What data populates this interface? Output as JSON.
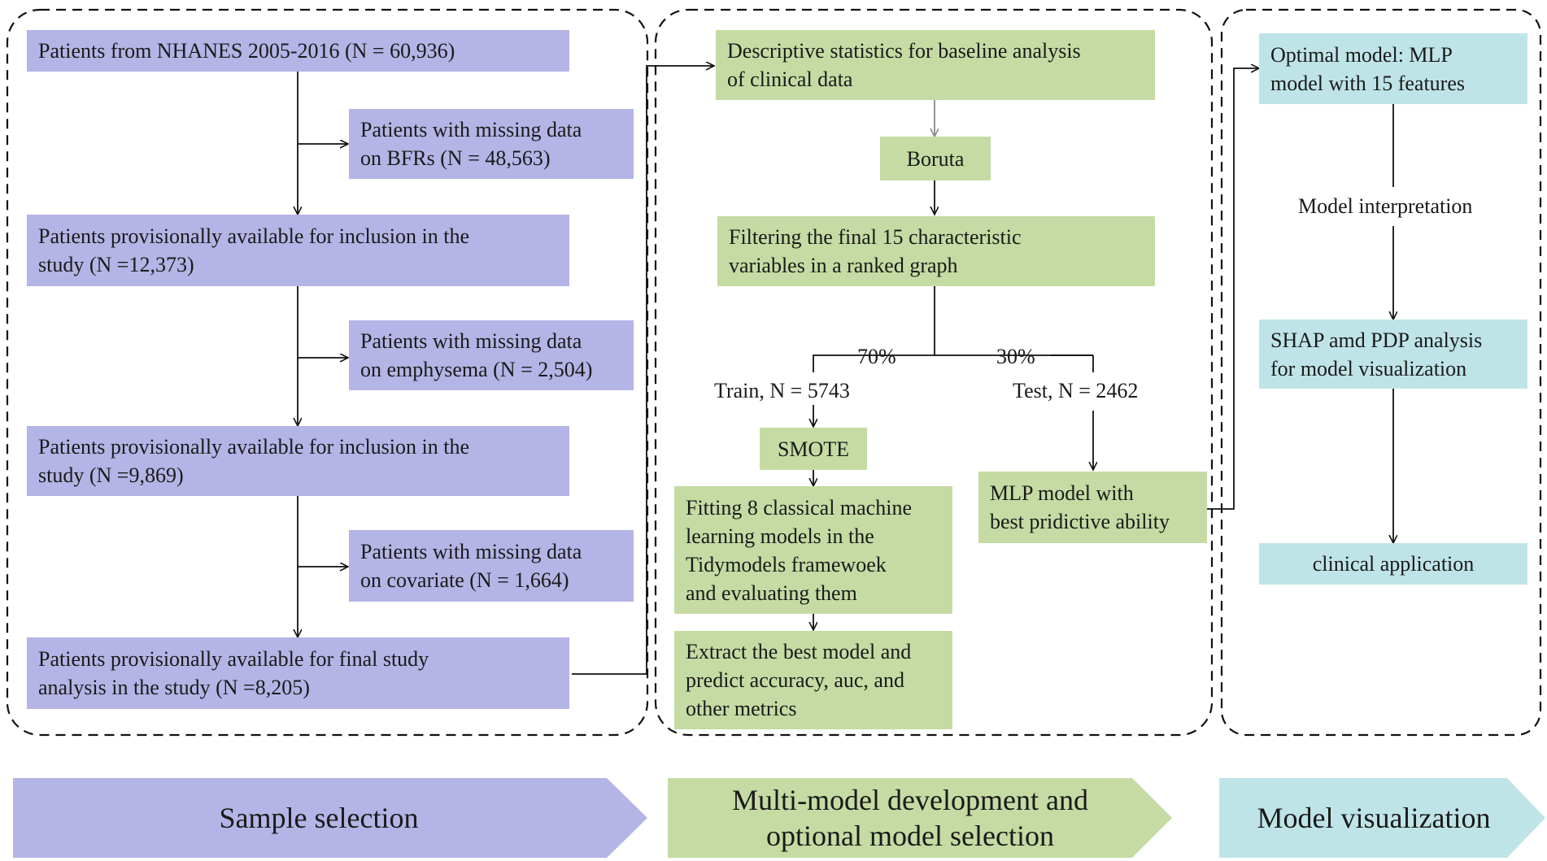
{
  "sections": {
    "sample": {
      "boxes": [
        "Patients from NHANES 2005-2016 (N = 60,936)",
        "Patients with missing data\non BFRs (N = 48,563)",
        "Patients provisionally available for inclusion in the\nstudy (N =12,373)",
        "Patients with missing data\non emphysema (N = 2,504)",
        "Patients provisionally available for inclusion in the\nstudy (N =9,869)",
        "Patients with missing data\non covariate (N = 1,664)",
        "Patients provisionally available for final study\nanalysis in the study (N =8,205)"
      ]
    },
    "model": {
      "descriptive": "Descriptive statistics for baseline analysis\nof clinical data",
      "boruta": "Boruta",
      "filtering": "Filtering the final 15 characteristic\nvariables in a ranked graph",
      "split_train_pct": "70%",
      "split_test_pct": "30%",
      "train_label": "Train, N = 5743",
      "test_label": "Test, N = 2462",
      "smote": "SMOTE",
      "fitting": "Fitting 8 classical machine\nlearning models in the\nTidymodels framewoek\nand evaluating them",
      "extract": "Extract the best model and\npredict accuracy, auc, and\nother metrics",
      "mlp_best": "MLP model with\nbest pridictive ability"
    },
    "visual": {
      "optimal": "Optimal model: MLP\nmodel with 15 features",
      "interpretation": "Model interpretation",
      "shap": "SHAP amd PDP analysis\nfor model visualization",
      "clinical": "clinical application"
    }
  },
  "banners": {
    "sample_selection": "Sample selection",
    "multi_model": "Multi-model development and\noptional model selection",
    "model_visualization": "Model visualization"
  },
  "colors": {
    "purple": "#b4b4e6",
    "green": "#c5dba3",
    "cyan": "#bfe4e7"
  }
}
